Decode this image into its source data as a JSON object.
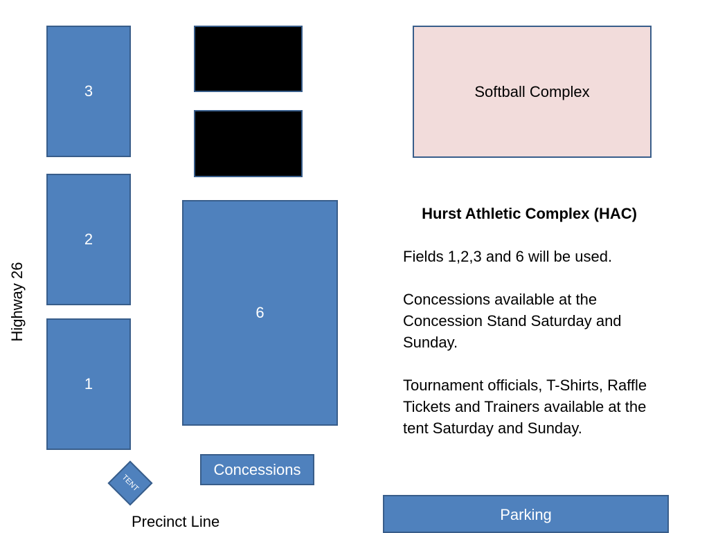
{
  "fields": {
    "field_3": "3",
    "field_2": "2",
    "field_1": "1",
    "field_6": "6"
  },
  "softball": "Softball Complex",
  "concessions": "Concessions",
  "parking": "Parking",
  "tent": "TENT",
  "highway": "Highway 26",
  "precinct": "Precinct Line",
  "info": {
    "heading": "Hurst Athletic Complex (HAC)",
    "fields_used": "Fields 1,2,3 and 6 will be used.",
    "concessions_note": "Concessions available at the Concession Stand Saturday and Sunday.",
    "tent_note": "Tournament officials, T-Shirts, Raffle Tickets and Trainers available at the tent Saturday and Sunday."
  },
  "colors": {
    "field_fill": "#4f81bd",
    "field_border": "#385d8a",
    "softball_fill": "#f2dcdb",
    "reserved_fill": "#000000"
  }
}
